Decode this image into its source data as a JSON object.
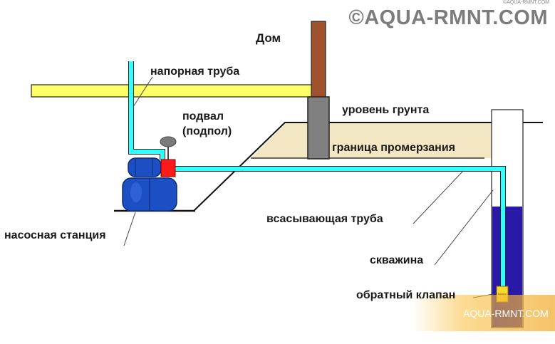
{
  "watermark": {
    "main": "©AQUA-RMNT.COM",
    "small": "©AQUA-RMNT.COM",
    "badge": "AQUA-RMNT.COM"
  },
  "labels": {
    "house": "Дом",
    "pressure_pipe": "напорная труба",
    "basement_line1": "подвал",
    "basement_line2": "(подпол)",
    "ground_level": "уровень грунта",
    "frost_line": "граница промерзания",
    "pump_station": "насосная станция",
    "suction_pipe": "всасывающая труба",
    "well": "скважина",
    "check_valve": "обратный клапан"
  },
  "colors": {
    "pipe": "#33ffff",
    "ground_layer": "#f3e6c2",
    "water_main": "#ffff66",
    "house_column": "#a0522d",
    "foundation": "#808080",
    "well_water": "#2a19a6",
    "pump_tank": "#1c4fc4",
    "relay": "#ff1a1a",
    "gauge": "#7a7a7a",
    "check_valve": "#ffd92e"
  }
}
